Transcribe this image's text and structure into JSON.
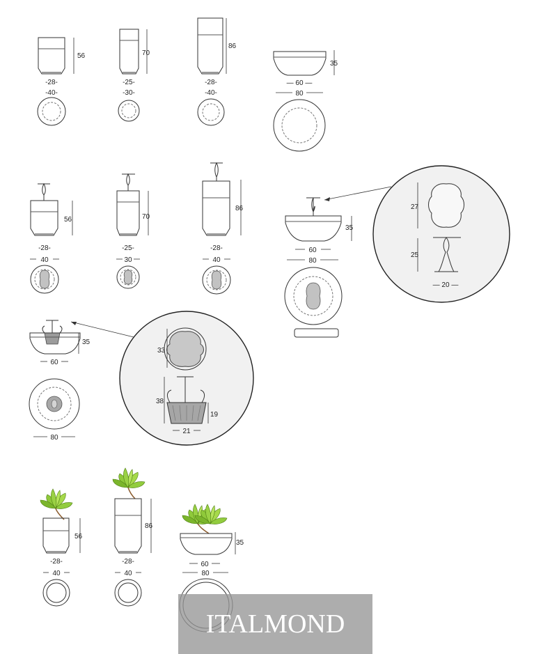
{
  "watermark": {
    "text": "ITALMOND"
  },
  "row1": {
    "a": {
      "height": "56",
      "base": "-28-",
      "top": "-40-"
    },
    "b": {
      "height": "70",
      "base": "-25-",
      "top": "-30-"
    },
    "c": {
      "height": "86",
      "base": "-28-",
      "top": "-40-"
    },
    "d": {
      "height": "35",
      "base": "— 60 —",
      "top": "80"
    }
  },
  "row2": {
    "a": {
      "height": "56",
      "base": "-28-",
      "top": "40"
    },
    "b": {
      "height": "70",
      "base": "-25-",
      "top": "30"
    },
    "c": {
      "height": "86",
      "base": "-28-",
      "top": "40"
    },
    "d": {
      "height": "35",
      "base": "60",
      "top": "80"
    }
  },
  "detail1": {
    "mirror_h": "27",
    "stand_h": "25",
    "base_w": "— 20 —"
  },
  "row3": {
    "height": "35",
    "base": "60",
    "top": "80"
  },
  "detail2": {
    "mirror_h": "33",
    "total_h": "38",
    "basket_h": "19",
    "basket_w": "21"
  },
  "row4": {
    "a": {
      "height": "56",
      "base": "-28-",
      "top": "40"
    },
    "b": {
      "height": "86",
      "base": "-28-",
      "top": "40"
    },
    "c": {
      "height": "35",
      "base": "60",
      "top": "80"
    }
  }
}
